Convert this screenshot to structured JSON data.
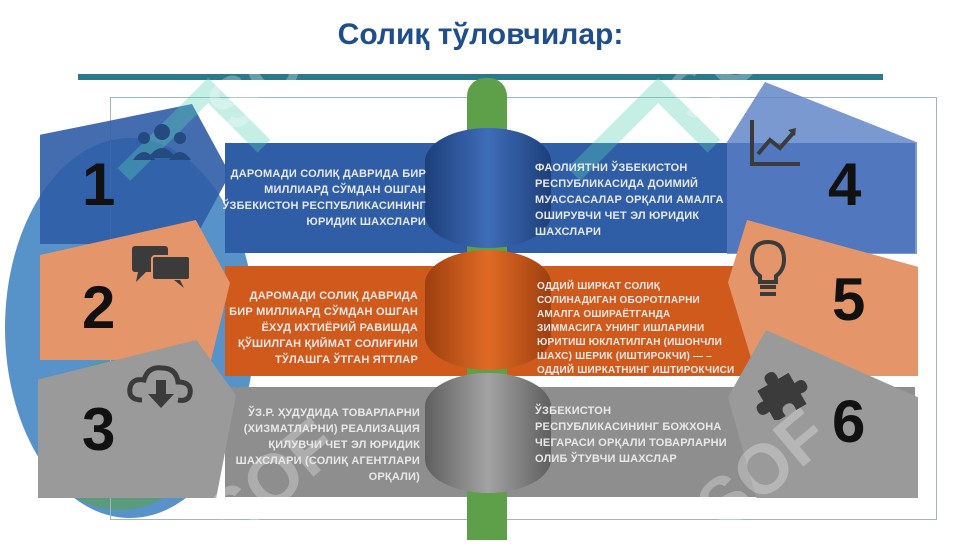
{
  "title": "Солиқ тўловчилар:",
  "items": [
    {
      "number": "1",
      "text": "ДАРОМАДИ СОЛИҚ ДАВРИДА БИР МИЛЛИАРД СЎМДАН ОШГАН ЎЗБЕКИСТОН РЕСПУБЛИКАСИНИНГ ЮРИДИК ШАХСЛАРИ",
      "icon": "people-group-icon"
    },
    {
      "number": "2",
      "text": "ДАРОМАДИ СОЛИҚ ДАВРИДА БИР МИЛЛИАРД СЎМДАН ОШГАН ЁХУД ИХТИЁРИЙ РАВИШДА ҚЎШИЛГАН ҚИЙМАТ СОЛИҒИНИ ТЎЛАШГА ЎТГАН ЯТТЛАР",
      "icon": "chat-bubbles-icon"
    },
    {
      "number": "3",
      "text": "ЎЗ.Р. ҲУДУДИДА ТОВАРЛАРНИ (ХИЗМАТЛАРНИ) РЕАЛИЗАЦИЯ ҚИЛУВЧИ ЧЕТ ЭЛ ЮРИДИК ШАХСЛАРИ (СОЛИҚ АГЕНТЛАРИ ОРҚАЛИ)",
      "icon": "cloud-download-icon"
    },
    {
      "number": "4",
      "text": "ФАОЛИЯТНИ ЎЗБЕКИСТОН РЕСПУБЛИКАСИДА ДОИМИЙ МУАССАСАЛАР ОРҚАЛИ АМАЛГА ОШИРУВЧИ ЧЕТ ЭЛ ЮРИДИК ШАХСЛАРИ",
      "icon": "line-chart-icon"
    },
    {
      "number": "5",
      "text": "ОДДИЙ ШИРКАТ СОЛИҚ СОЛИНАДИГАН ОБОРОТЛАРНИ АМАЛГА ОШИРАЁТГАНДА ЗИММАСИГА УНИНГ ИШЛАРИНИ ЮРИТИШ ЮКЛАТИЛГАН (ИШОНЧЛИ ШАХС) ШЕРИК (ИШТИРОКЧИ) — – ОДДИЙ ШИРКАТНИНГ ИШТИРОКЧИСИ",
      "icon": "lightbulb-icon"
    },
    {
      "number": "6",
      "text": "ЎЗБЕКИСТОН РЕСПУБЛИКАСИНИНГ БОЖХОНА ЧЕГАРАСИ ОРҚАЛИ ТОВАРЛАРНИ ОЛИБ ЎТУВЧИ ШАХСЛАР",
      "icon": "puzzle-piece-icon"
    }
  ],
  "colors": {
    "title": "#1f4f8a",
    "blue": "#2f5da6",
    "orange": "#d05a1c",
    "gray": "#8e8e8e",
    "green": "#5ea04a"
  }
}
